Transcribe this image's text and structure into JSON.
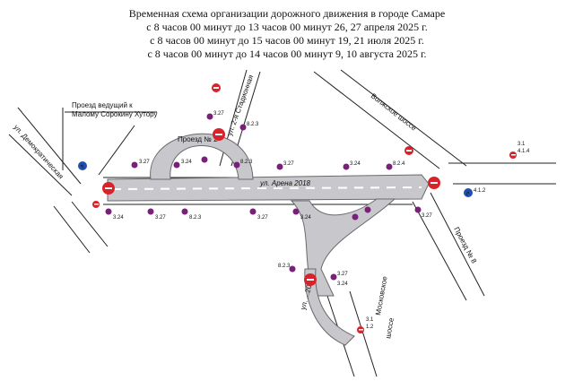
{
  "header": {
    "line1": "Временная схема организации дорожного движения в городе Самаре",
    "line2": "с 8 часов 00 минут до 13 часов 00 минут 26, 27 апреля 2025 г.",
    "line3": "с 8 часов 00 минут до 15 часов 00 минут 19, 21 июля 2025 г.",
    "line4": "с 8 часов 00 минут до 14 часов 00 минут 9, 10 августа 2025 г."
  },
  "streets": {
    "proezd_khutor_1": "Проезд ведущий к",
    "proezd_khutor_2": "Малому Сорокину Хутору",
    "demokraticheskaya": "ул. Демократическая",
    "stadionnaya": "ул. 2-я Стадионная",
    "proezd2": "Проезд № 2",
    "arena": "ул. Арена 2018",
    "volzhskoe": "Волжское шоссе",
    "proezd8": "Проезд № 8",
    "moskovskoe_1": "Московское",
    "moskovskoe_2": "шоссе",
    "south_label": "ул. ...2018"
  },
  "sign_codes": {
    "c1": "3.27",
    "c2": "3.24",
    "c3": "8.2.3",
    "c4": "3.1",
    "c5": "4.1.4",
    "c6": "4.1.2",
    "c7": "8.2.4",
    "c8": "1.2"
  },
  "colors": {
    "road": "#c8c8cc",
    "road_edge": "#6a6a6e",
    "no_entry": "#d8232a",
    "restriction": "#7a1f7a",
    "info_sign": "#1f4fb0"
  }
}
